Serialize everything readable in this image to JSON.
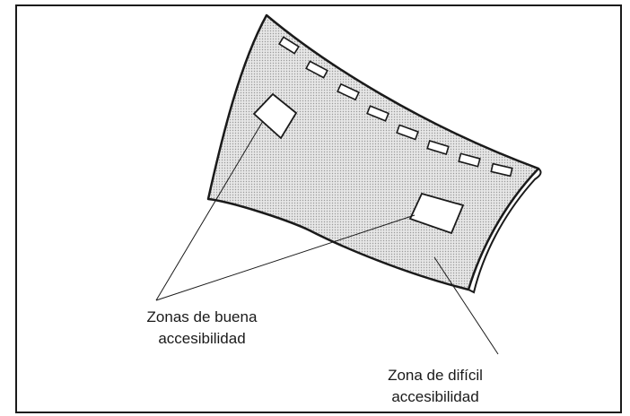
{
  "diagram": {
    "panel_fill": "#d9d9d9",
    "stroke": "#1a1a1a",
    "labels": {
      "good_access_line1": "Zonas de buena",
      "good_access_line2": "accesibilidad",
      "difficult_access_line1": "Zona de difícil",
      "difficult_access_line2": "accesibilidad"
    }
  }
}
